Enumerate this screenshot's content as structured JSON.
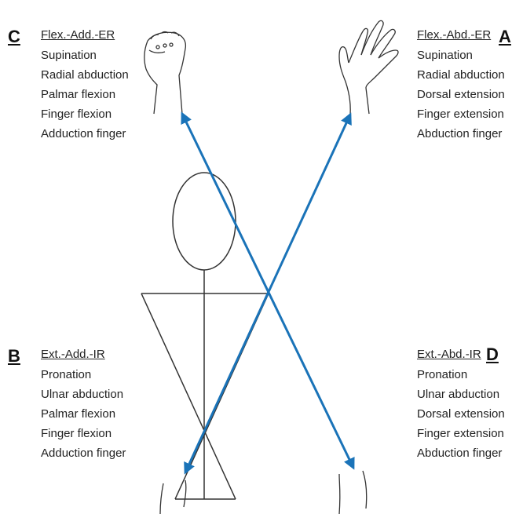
{
  "colors": {
    "arrow": "#1a73b8",
    "figure": "#333333",
    "text": "#222222"
  },
  "quadrants": {
    "c": {
      "letter": "C",
      "title": "Flex.-Add.-ER",
      "items": [
        "Supination",
        "Radial abduction",
        "Palmar flexion",
        "Finger flexion",
        "Adduction finger"
      ]
    },
    "a": {
      "letter": "A",
      "title": "Flex.-Abd.-ER",
      "items": [
        "Supination",
        "Radial abduction",
        "Dorsal extension",
        "Finger extension",
        "Abduction finger"
      ]
    },
    "b": {
      "letter": "B",
      "title": "Ext.-Add.-IR",
      "items": [
        "Pronation",
        "Ulnar abduction",
        "Palmar flexion",
        "Finger flexion",
        "Adduction finger"
      ]
    },
    "d": {
      "letter": "D",
      "title": "Ext.-Abd.-IR",
      "items": [
        "Pronation",
        "Ulnar abduction",
        "Dorsal extension",
        "Finger extension",
        "Abduction finger"
      ]
    }
  },
  "icons": [
    "fist-hand-icon",
    "open-hand-icon",
    "lower-arm-icon",
    "lower-arm-icon"
  ]
}
